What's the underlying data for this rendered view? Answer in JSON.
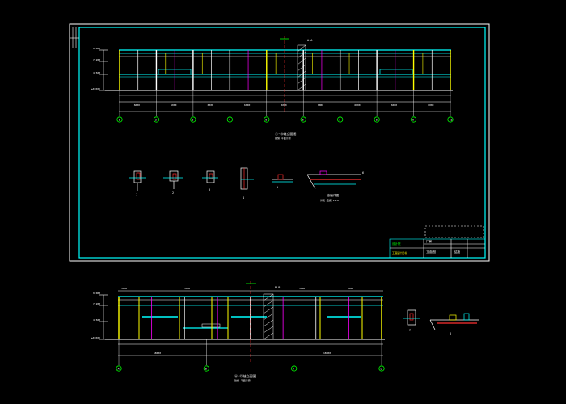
{
  "title_block": {
    "company_line1": "设计院",
    "company_line2": "工程设计证书",
    "project": "厂房",
    "drawing_name": "立面图",
    "sheet": "结施",
    "colors": {
      "frame": "#00ffff",
      "border": "#ffffff"
    }
  },
  "top_elevation": {
    "axis_labels": [
      "1",
      "2",
      "3",
      "4",
      "5",
      "6",
      "7",
      "8",
      "9",
      "10"
    ],
    "section_mark": "A-A",
    "dim_labels": [
      "6000",
      "6000",
      "6000",
      "6000",
      "6000",
      "6000",
      "6000",
      "6000",
      "6000"
    ],
    "level_labels": [
      "9.000",
      "7.200",
      "4.500",
      "±0.000"
    ],
    "title": "①-⑩轴立面图",
    "subtitle": "建施 平面示意"
  },
  "details": {
    "labels": [
      "1",
      "2",
      "3",
      "4",
      "5",
      "6"
    ],
    "section_title": "剖面详图",
    "section_sub": "详见 结施 11-8"
  },
  "bottom_elevation": {
    "axis_labels": [
      "A",
      "B",
      "C",
      "D"
    ],
    "section_mark": "B-B",
    "dim_top": [
      "3600",
      "3600",
      "3600",
      "3600"
    ],
    "dim_bottom": [
      "18000",
      "18000"
    ],
    "level_labels": [
      "9.000",
      "7.200",
      "4.500",
      "±0.000"
    ],
    "title": "Ⓐ-Ⓓ轴立面图",
    "subtitle": "建施 平面示意"
  },
  "right_details": {
    "labels": [
      "7",
      "8"
    ]
  },
  "colors": {
    "cyan": "#00ffff",
    "yellow": "#ffff00",
    "magenta": "#ff00ff",
    "green": "#00ff00",
    "red": "#ff3030",
    "white": "#ffffff",
    "blue": "#4060ff"
  }
}
